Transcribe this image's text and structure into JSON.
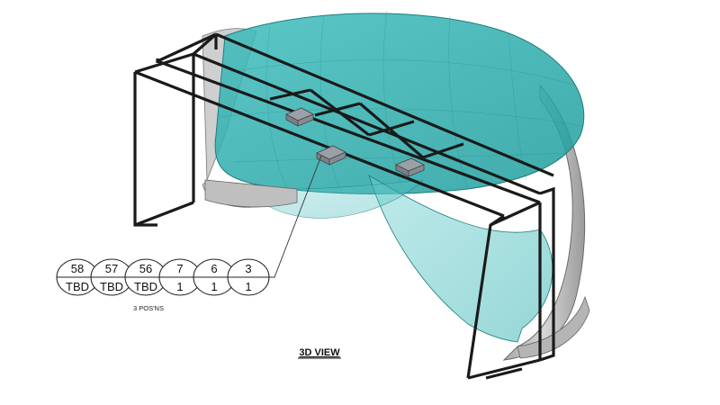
{
  "view_title": "3D VIEW",
  "position_note": "3 POS'NS",
  "callout_balloons": [
    {
      "item": "58",
      "qty": "TBD"
    },
    {
      "item": "57",
      "qty": "TBD"
    },
    {
      "item": "56",
      "qty": "TBD"
    },
    {
      "item": "7",
      "qty": "1"
    },
    {
      "item": "6",
      "qty": "1"
    },
    {
      "item": "3",
      "qty": "1"
    }
  ],
  "colors": {
    "screen_teal": "#2aaeae",
    "frame_black": "#1a1a1a",
    "shell_gray": "#bdbdbd",
    "projector_gray": "#8a8f96"
  }
}
